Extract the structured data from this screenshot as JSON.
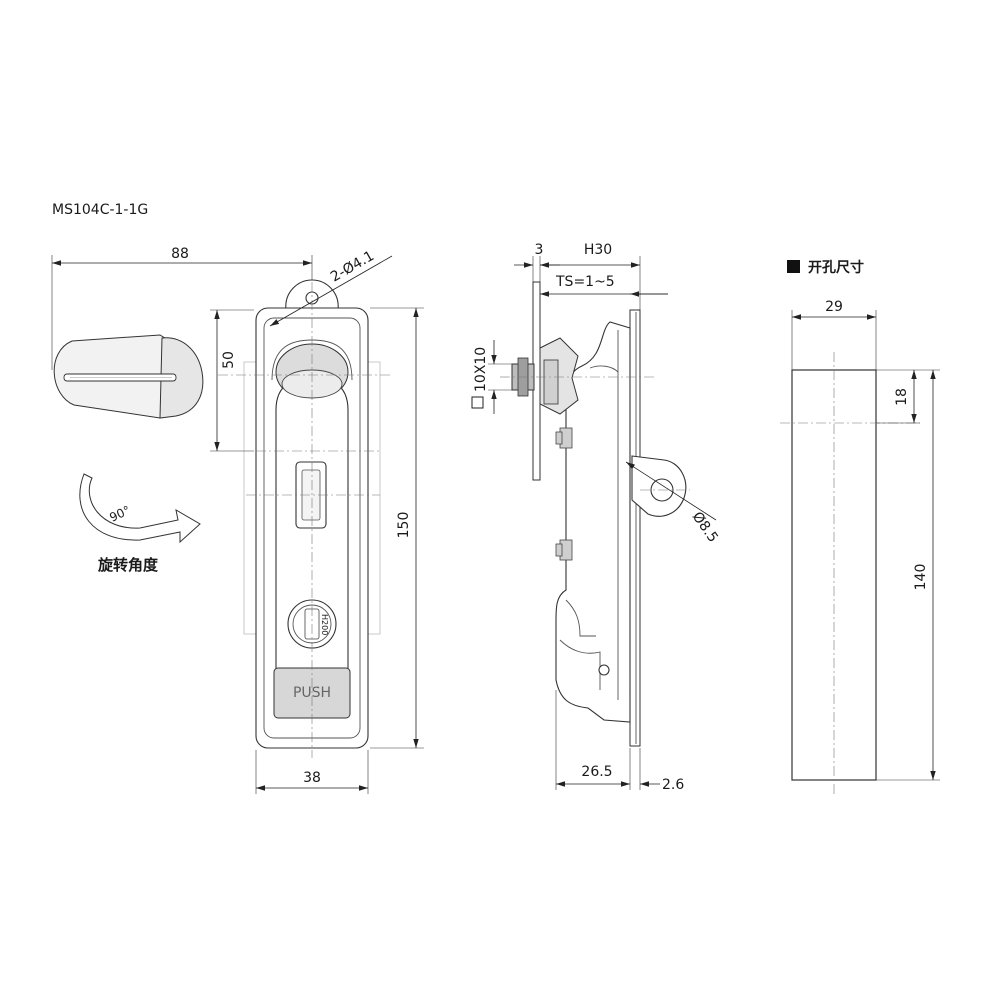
{
  "drawing": {
    "model": "MS104C-1-1G",
    "front_view": {
      "width_total": "88",
      "handle_offset": "50",
      "hole_note": "2-Ø4.1",
      "height": "150",
      "body_width": "38",
      "rotation_angle": "90°",
      "rotation_label": "旋转角度",
      "push_label": "PUSH",
      "lock_label": "H200"
    },
    "side_view": {
      "dim_3": "3",
      "dim_h30": "H30",
      "dim_ts": "TS=1~5",
      "square": "10X10",
      "dim_hole": "Ø8.5",
      "dim_26_5": "26.5",
      "dim_2_6": "2.6"
    },
    "cutout": {
      "title": "开孔尺寸",
      "width": "29",
      "dim_18": "18",
      "height": "140"
    }
  }
}
